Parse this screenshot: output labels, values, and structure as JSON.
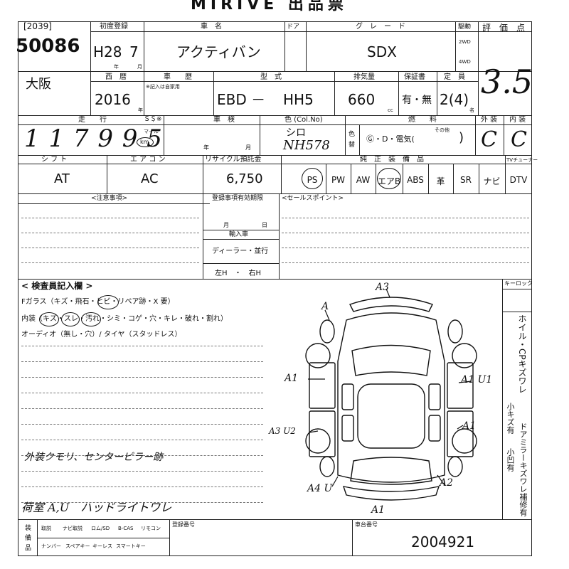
{
  "header": {
    "title": "MIRIVE 出品票"
  },
  "lot": {
    "bracket": "[2039]",
    "number": "50086",
    "region": "大阪"
  },
  "registration": {
    "label": "初度登録",
    "era": "H28",
    "month": "7",
    "unit_year": "年",
    "unit_month": "月",
    "western_label": "西　暦",
    "western_year": "2016",
    "western_unit": "年"
  },
  "car": {
    "name_label": "車　名",
    "name": "アクティバン",
    "door_label": "ドア"
  },
  "grade": {
    "label": "グ　レ　ー　ド",
    "value": "SDX"
  },
  "drive": {
    "label": "駆動",
    "opt1": "2WD",
    "opt2": "4WD"
  },
  "score": {
    "label": "評　価　点",
    "value": "3.5"
  },
  "inspection": {
    "label": "車　　歴",
    "sublabel": "※記入は自家用"
  },
  "model": {
    "label": "型　式",
    "prefix": "EBD －",
    "code": "HH5"
  },
  "displacement": {
    "label": "排気量",
    "value": "660",
    "unit": "cc"
  },
  "warranty": {
    "label": "保証書",
    "value": "有・無"
  },
  "capacity": {
    "label": "定　員",
    "value": "2(4)",
    "unit": "名"
  },
  "mileage": {
    "label": "走　　行",
    "digits": "1 1 7 9 9 5",
    "unit_mile": "マイル",
    "unit_km": "km",
    "meter_label": "Ｓ＄※"
  },
  "shaken": {
    "label": "車　検",
    "unit_year": "年",
    "unit_month": "月"
  },
  "color": {
    "label": "色 (Col.No)",
    "name": "シロ",
    "code": "NH578",
    "change_label": "色替"
  },
  "fuel": {
    "label": "燃　　料",
    "options": "Ⓖ・D・電気(",
    "other": "その他",
    "close": ")"
  },
  "grades": {
    "exterior_label": "外 装",
    "exterior": "C",
    "interior_label": "内 装",
    "interior": "C"
  },
  "shift": {
    "label": "シ フ ト",
    "value": "AT"
  },
  "aircon": {
    "label": "エ ア コ ン",
    "value": "AC"
  },
  "recycle": {
    "label": "リサイクル預託金",
    "value": "6,750"
  },
  "equipment": {
    "label": "純　正　装　備　品",
    "tuner_label": "TVチューナー",
    "items": [
      "PS",
      "PW",
      "AW",
      "エアB",
      "ABS",
      "革",
      "SR",
      "ナビ",
      "DTV"
    ]
  },
  "notes": {
    "label": "<注意事項>"
  },
  "expiry": {
    "label": "登録事項有効期限",
    "unit_month": "月",
    "unit_day": "日"
  },
  "import": {
    "label": "輸入車",
    "options": "ディーラー・並行",
    "steering": "左H　・　右H"
  },
  "sales_point": {
    "label": "<セールスポイント>"
  },
  "inspector": {
    "label": "< 検査員記入欄 >",
    "glass": "Fガラス（キズ・飛石・ヒビ・リペア跡・X 要）",
    "interior": "内装（キズ・スレ・汚れ・シミ・コゲ・穴・キレ・破れ・割れ）",
    "audio": "オーディオ（無し・穴）/ タイヤ（スタッドレス）",
    "handwritten1": "外装クモリ、センターピラー跡",
    "handwritten2": "荷室 A,U　ハッドライトワレ"
  },
  "keylock": {
    "label": "キーロック"
  },
  "right_notes": {
    "col1": "ホイル・CPキズワレ",
    "col2a": "小キズ有",
    "col2b": "小凹有",
    "col3": "ドアミラーキズワレ補修有"
  },
  "damage": [
    "A3",
    "A",
    "A1",
    "A1 U1",
    "A3 U2",
    "A1",
    "A2",
    "A4 U",
    "A1"
  ],
  "footer": {
    "label_col": "装備品",
    "row1": [
      "取説",
      "ナビ取説",
      "ロム/SD",
      "B-CAS",
      "リモコン"
    ],
    "row2": [
      "ナンバー",
      "スペアキー",
      "キーレス",
      "スマートキー"
    ],
    "reg_label": "登録番号",
    "chassis_label": "車台番号",
    "chassis": "2004921"
  }
}
